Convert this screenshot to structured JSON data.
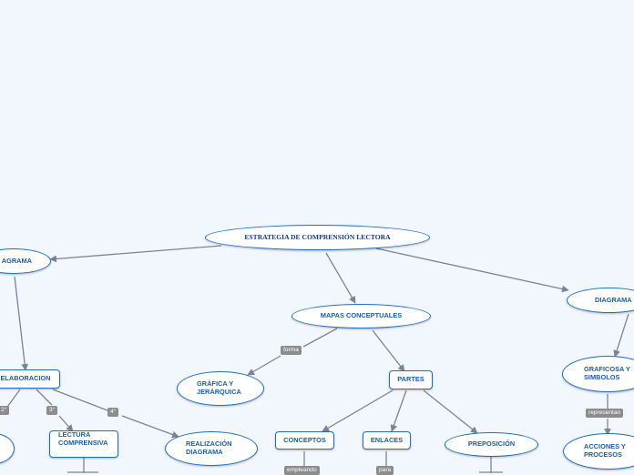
{
  "root": {
    "label": "ESTRATEGIA DE COMPRENSIÓN LECTORA"
  },
  "nodes": {
    "diagrama_left": "AGRAMA",
    "mapas": "MAPAS CONCEPTUALES",
    "diagrama_right": "DIAGRAMA",
    "elaboracion": "ELABORACION",
    "lectura_1": "LECTURA",
    "lectura_2": "COMPRENSIVA",
    "realizacion_1": "REALIZACIÓN",
    "realizacion_2": "DIAGRAMA",
    "grafica_1": "GRÁFICA Y",
    "grafica_2": "JERÁRQUICA",
    "partes": "PARTES",
    "conceptos": "CONCEPTOS",
    "enlaces": "ENLACES",
    "preposicion": "PREPOSICIÓN",
    "graficosa_1": "GRAFICOSA Y",
    "graficosa_2": "SIMBOLOS",
    "acciones_1": "ACCIONES Y",
    "acciones_2": "PROCESOS"
  },
  "labels": {
    "forma": "forma",
    "step2": "2°",
    "step3": "3°",
    "step4": "4°",
    "representan": "representan",
    "empleando": "empleando",
    "para": "para"
  },
  "colors": {
    "background": "#f2f6fd",
    "node_border": "#1f6fc4",
    "node_text": "#1c5fa8",
    "connector": "#7c8494",
    "label_bg": "#8c8c8c"
  }
}
